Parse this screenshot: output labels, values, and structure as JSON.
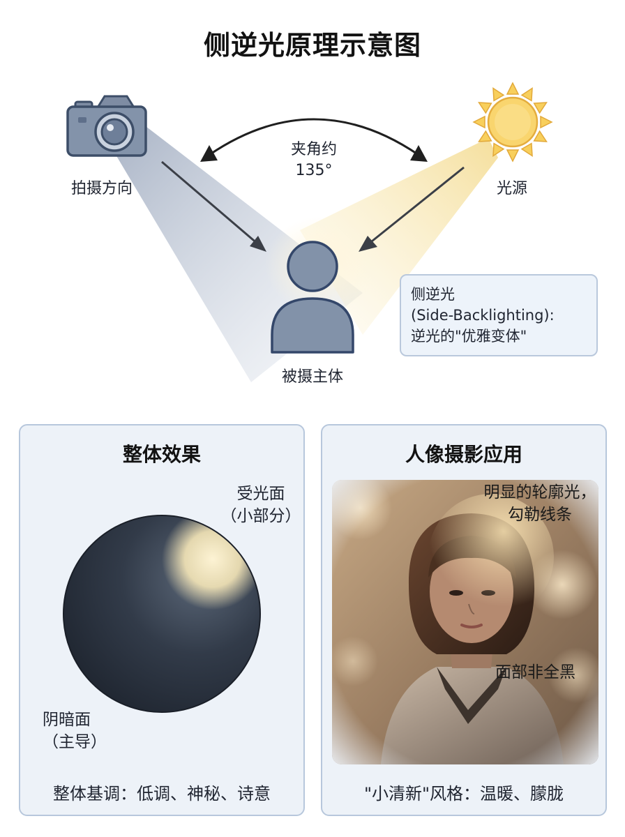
{
  "title": "侧逆光原理示意图",
  "diagram": {
    "camera_label": "拍摄方向",
    "light_label": "光源",
    "angle_label_line1": "夹角约",
    "angle_label_line2": "135°",
    "subject_label": "被摄主体",
    "info_line1": "侧逆光",
    "info_line2": "(Side-Backlighting):",
    "info_line3": "逆光的\"优雅变体\"",
    "icons": [
      "camera-icon",
      "sun-icon",
      "person-icon"
    ],
    "colors": {
      "camera_beam": "#8d9bb3",
      "light_beam": "#f3d98a",
      "icon_fill": "#8190a6",
      "icon_stroke": "#3d4e68",
      "sun": "#f8d26a"
    }
  },
  "panels": {
    "effect": {
      "title": "整体效果",
      "lit_line1": "受光面",
      "lit_line2": "（小部分）",
      "shadow_line1": "阴暗面",
      "shadow_line2": "（主导）",
      "caption": "整体基调：低调、神秘、诗意"
    },
    "portrait": {
      "title": "人像摄影应用",
      "rim_line1": "明显的轮廓光，",
      "rim_line2": "勾勒线条",
      "face_label": "面部非全黑",
      "caption": "\"小清新\"风格：温暖、朦胧"
    }
  }
}
